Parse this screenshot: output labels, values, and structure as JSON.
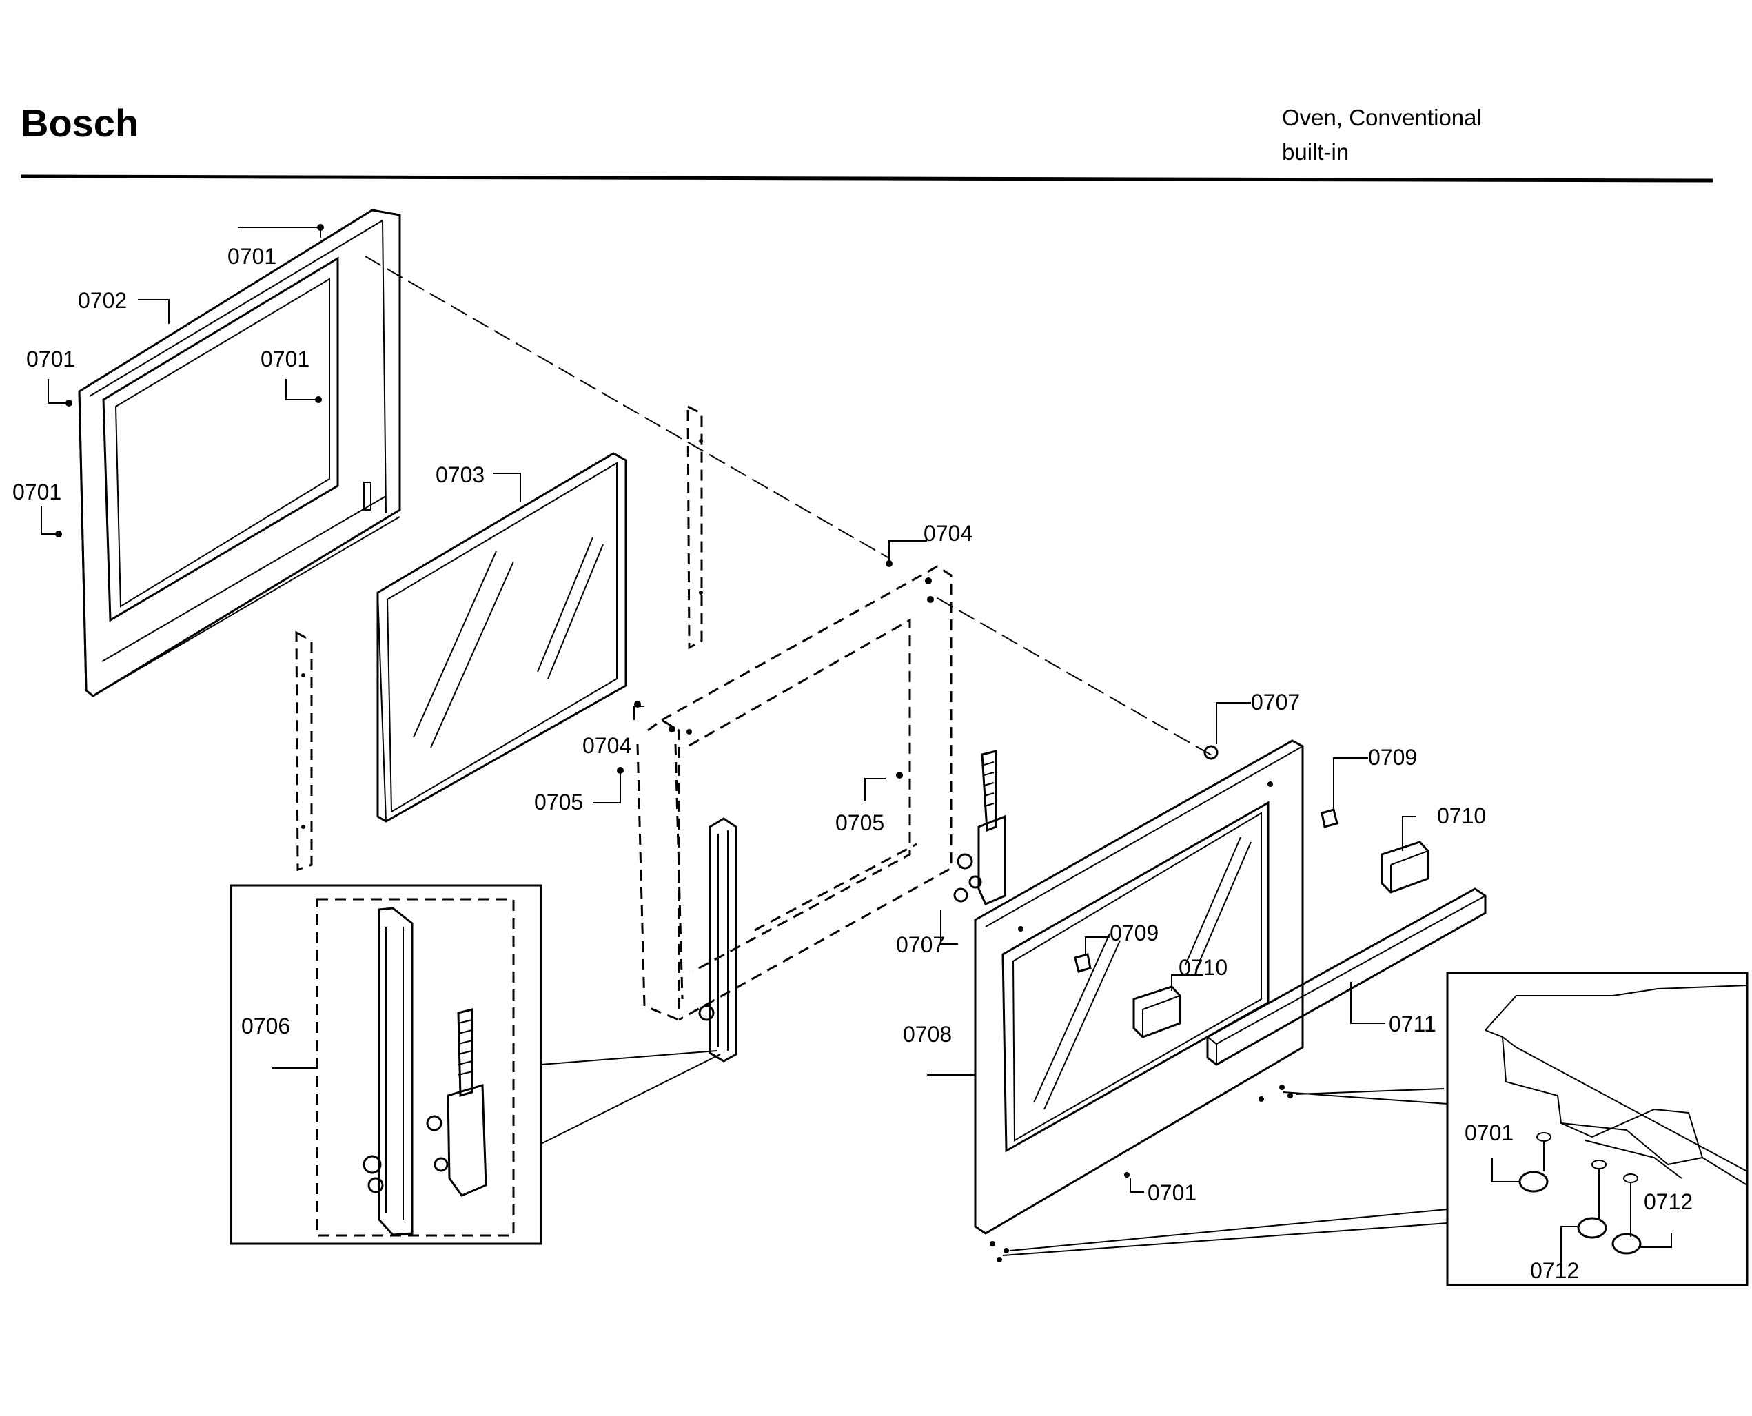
{
  "header": {
    "brand": "Bosch",
    "product_line1": "Oven, Conventional",
    "product_line2": "built-in"
  },
  "callouts": {
    "p0701": "0701",
    "p0702": "0702",
    "p0703": "0703",
    "p0704": "0704",
    "p0705": "0705",
    "p0706": "0706",
    "p0707": "0707",
    "p0708": "0708",
    "p0709": "0709",
    "p0710": "0710",
    "p0711": "0711",
    "p0712": "0712"
  }
}
